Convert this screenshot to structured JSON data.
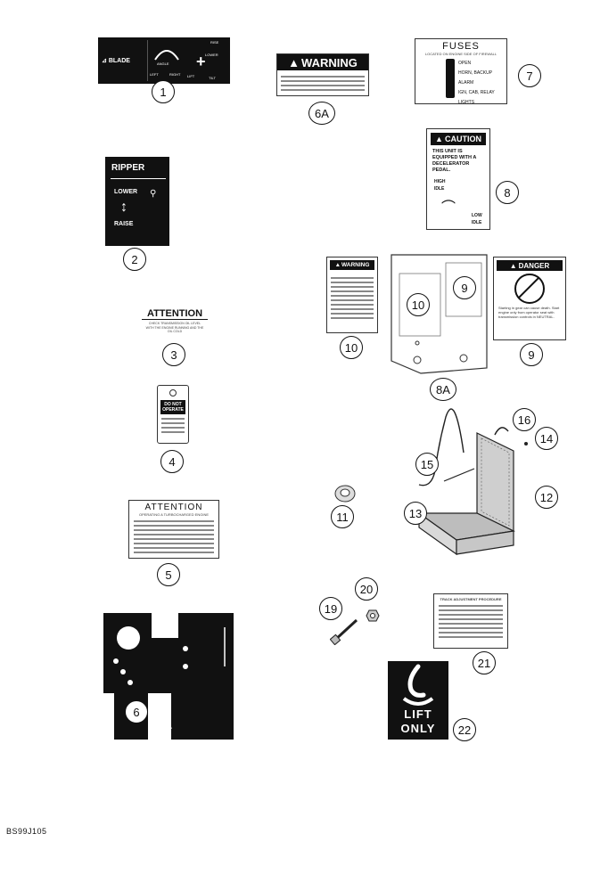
{
  "callouts": {
    "c1": "1",
    "c2": "2",
    "c3": "3",
    "c4": "4",
    "c5": "5",
    "c6": "6",
    "c6a": "6A",
    "c7": "7",
    "c8": "8",
    "c8a": "8A",
    "c9a": "9",
    "c9b": "9",
    "c10a": "10",
    "c10b": "10",
    "c11": "11",
    "c12": "12",
    "c13": "13",
    "c14": "14",
    "c15": "15",
    "c16": "16",
    "c19": "19",
    "c20": "20",
    "c21": "21",
    "c22": "22"
  },
  "decal1": {
    "blade": "BLADE",
    "angle": "ANGLE",
    "left": "LEFT",
    "right": "RIGHT",
    "lower": "LOWER",
    "rise": "RISE",
    "lift": "LIFT",
    "tilt": "TILT"
  },
  "decal2": {
    "title": "RIPPER",
    "lower": "LOWER",
    "raise": "RAISE"
  },
  "decal3": {
    "title": "ATTENTION",
    "body": "CHECK TRANSMISSION OIL LEVEL WITH THE ENGINE RUNNING AND THE OIL COLD"
  },
  "decal4": {
    "line1": "DO NOT",
    "line2": "OPERATE"
  },
  "decal5": {
    "title": "ATTENTION",
    "subtitle": "OPERATING A TURBOCHARGED ENGINE"
  },
  "decal6a": {
    "title": "WARNING"
  },
  "decal7": {
    "title": "FUSES",
    "subtitle": "LOCATED ON ENGINE SIDE OF FIREWALL",
    "items": [
      "OPEN",
      "HORN, BACKUP ALARM",
      "IGN, CAB, RELAY",
      "LIGHTS"
    ]
  },
  "decal8": {
    "title": "CAUTION",
    "body": "THIS UNIT IS EQUIPPED WITH A DECELERATOR PEDAL.",
    "high": "HIGH",
    "idle_top": "IDLE",
    "low": "LOW",
    "idle_bottom": "IDLE"
  },
  "decal10": {
    "title": "WARNING"
  },
  "decal9": {
    "title": "DANGER",
    "body": "Starting in gear can cause death. Start engine only from operator seat with transmission controls in NEUTRAL."
  },
  "decal22": {
    "line1": "LIFT",
    "line2": "ONLY"
  },
  "decal21": {
    "title": "TRACK ADJUSTMENT PROCEDURE"
  },
  "footer": {
    "code": "BS99J105"
  }
}
